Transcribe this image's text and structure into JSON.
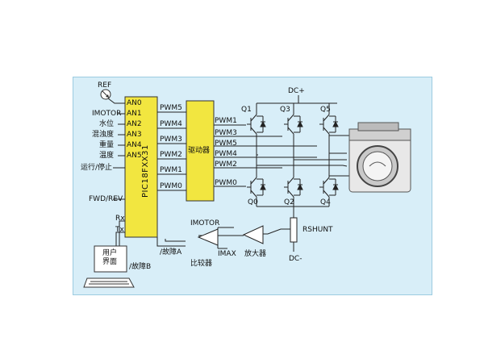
{
  "mcu": {
    "name": "PIC18FXX31",
    "input_pins": [
      "AN0",
      "AN1",
      "AN2",
      "AN3",
      "AN4",
      "AN5"
    ],
    "input_signals": [
      "REF",
      "IMOTOR",
      "水位",
      "混浊度",
      "重量",
      "温度"
    ],
    "output_pins": [
      "PWM5",
      "PWM4",
      "PWM3",
      "PWM2",
      "PWM1",
      "PWM0"
    ],
    "control_inputs": [
      "运行/停止",
      "FWD/REV"
    ],
    "serial": [
      "Rx",
      "Tx"
    ],
    "fault_pins": [
      "/故障A",
      "/故障B"
    ]
  },
  "driver": {
    "label": "驱动器",
    "outputs": [
      "PWM1",
      "PWM3",
      "PWM5",
      "PWM4",
      "PWM2",
      "PWM0"
    ]
  },
  "bridge": {
    "top_transistors": [
      "Q1",
      "Q3",
      "Q5"
    ],
    "bottom_transistors": [
      "Q0",
      "Q2",
      "Q4"
    ],
    "dc_plus": "DC+",
    "dc_minus": "DC-",
    "shunt": "RSHUNT"
  },
  "feedback": {
    "imotor": "IMOTOR",
    "imax": "IMAX",
    "comparator": "比较器",
    "amplifier": "放大器"
  },
  "computer": {
    "label_line1": "用户",
    "label_line2": "界面"
  },
  "colors": {
    "background": "#d8eef8",
    "block": "#f2e640",
    "wire": "#222222"
  }
}
